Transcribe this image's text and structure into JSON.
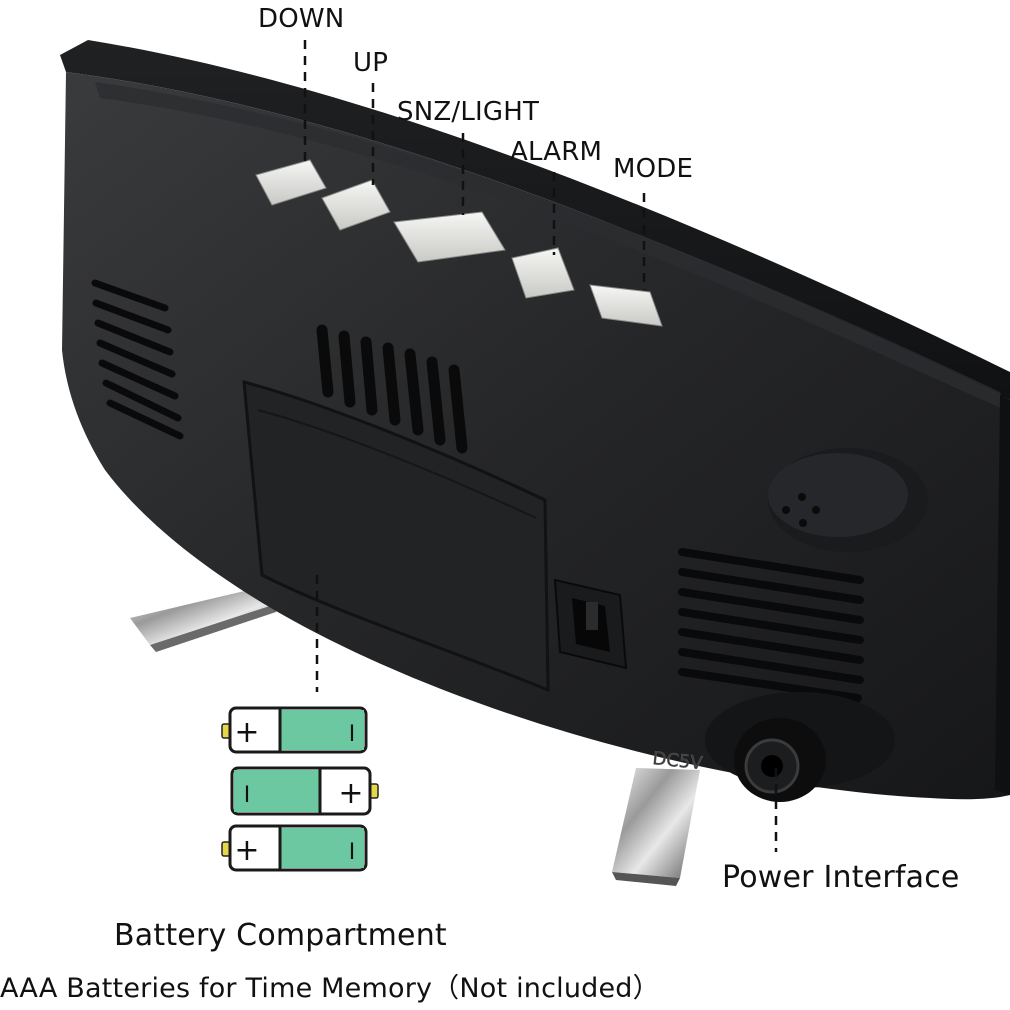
{
  "labels": {
    "down": "DOWN",
    "up": "UP",
    "snz_light": "SNZ/LIGHT",
    "alarm": "ALARM",
    "mode": "MODE",
    "power_interface": "Power Interface",
    "battery_compartment": "Battery Compartment",
    "battery_note": "AAA Batteries for Time Memory（Not included）"
  },
  "port_marking": "DC5V",
  "battery_symbols": {
    "plus": "+",
    "minus": "I"
  },
  "colors": {
    "body": "#222325",
    "battery_fill": "#6cc8a0",
    "terminal": "#e6d64a"
  }
}
